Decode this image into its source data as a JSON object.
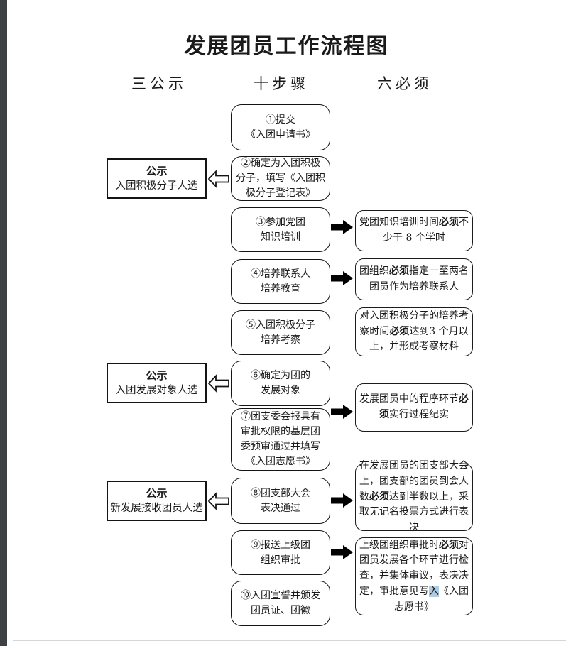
{
  "title": "发展团员工作流程图",
  "headers": {
    "notices": "三公示",
    "steps": "十步骤",
    "musts": "六必须"
  },
  "steps": [
    {
      "text": "①提交\n《入团申请书》"
    },
    {
      "text": "②确定为入团积极\n分子，填写《入团积\n极分子登记表》"
    },
    {
      "text": "③参加党团\n知识培训"
    },
    {
      "text": "④培养联系人\n培养教育"
    },
    {
      "text": "⑤入团积极分子\n培养考察"
    },
    {
      "text": "⑥确定为团的\n发展对象"
    },
    {
      "text": "⑦团支委会报具有\n审批权限的基层团\n委预审通过并填写\n《入团志愿书》"
    },
    {
      "text": "⑧团支部大会\n表决通过"
    },
    {
      "text": "⑨报送上级团\n组织审批"
    },
    {
      "text": "⑩入团宣誓并颁发\n团员证、团徽"
    }
  ],
  "notices": [
    {
      "heading": "公示",
      "body": "入团积极分子人选"
    },
    {
      "heading": "公示",
      "body": "入团发展对象人选"
    },
    {
      "heading": "公示",
      "body": "新发展接收团员人选"
    }
  ],
  "musts": [
    {
      "segments": [
        {
          "t": "党团知识培训时间"
        },
        {
          "t": "必须",
          "b": true
        },
        {
          "t": "不少于 8 个学时"
        }
      ]
    },
    {
      "segments": [
        {
          "t": "团组织"
        },
        {
          "t": "必须",
          "b": true
        },
        {
          "t": "指定一至两名团员作为培养联系人"
        }
      ]
    },
    {
      "segments": [
        {
          "t": "对入团积极分子的培养考察时间"
        },
        {
          "t": "必须",
          "b": true
        },
        {
          "t": "达到3 个月以上，并形成考察材料"
        }
      ]
    },
    {
      "segments": [
        {
          "t": "发展团员中的程序环节"
        },
        {
          "t": "必须",
          "b": true
        },
        {
          "t": "实行过程纪实"
        }
      ]
    },
    {
      "segments": [
        {
          "t": "在发展团员的团支部大会上，团支部的团员到会人数"
        },
        {
          "t": "必须",
          "b": true
        },
        {
          "t": "达到半数以上，采取无记名投票方式进行表决"
        }
      ]
    },
    {
      "segments": [
        {
          "t": "上级团组织审批时"
        },
        {
          "t": "必须",
          "b": true
        },
        {
          "t": "对团员发展各个环节进行检查，并集体审议，表决决定，审批意见写"
        },
        {
          "t": "入",
          "hl": true
        },
        {
          "t": "《入团志愿书》"
        }
      ]
    }
  ],
  "style": {
    "highlight_color": "#aecbe3",
    "arrow_color": "#000000",
    "line_color": "#141414"
  }
}
